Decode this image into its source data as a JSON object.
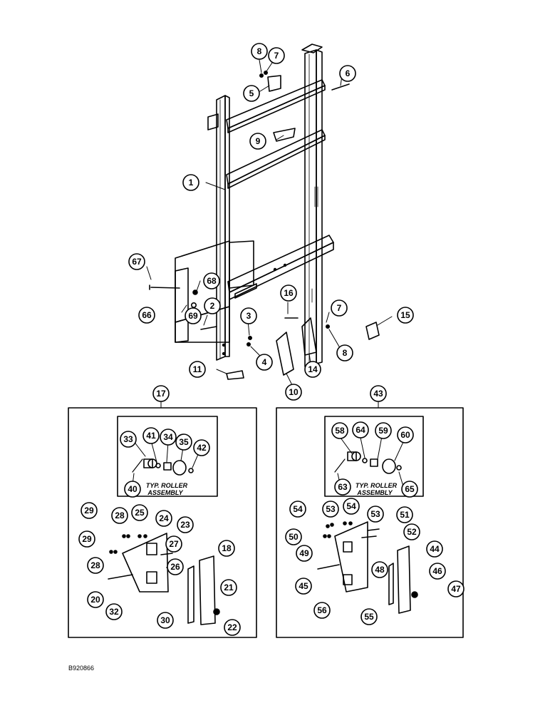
{
  "figure_id": "B920866",
  "callouts": {
    "c1": "1",
    "c2": "2",
    "c3": "3",
    "c4": "4",
    "c5": "5",
    "c6": "6",
    "c7a": "7",
    "c7b": "7",
    "c8a": "8",
    "c8b": "8",
    "c9": "9",
    "c10": "10",
    "c11": "11",
    "c14": "14",
    "c15": "15",
    "c16": "16",
    "c17": "17",
    "c18": "18",
    "c20": "20",
    "c21": "21",
    "c22": "22",
    "c23": "23",
    "c24": "24",
    "c25": "25",
    "c26": "26",
    "c27": "27",
    "c28a": "28",
    "c28b": "28",
    "c29a": "29",
    "c29b": "29",
    "c30": "30",
    "c32": "32",
    "c33": "33",
    "c34": "34",
    "c35": "35",
    "c40": "40",
    "c41": "41",
    "c42": "42",
    "c43": "43",
    "c44": "44",
    "c45": "45",
    "c46": "46",
    "c47": "47",
    "c48": "48",
    "c49": "49",
    "c50": "50",
    "c51": "51",
    "c52": "52",
    "c53a": "53",
    "c53b": "53",
    "c54a": "54",
    "c54b": "54",
    "c55": "55",
    "c56": "56",
    "c58": "58",
    "c59": "59",
    "c60": "60",
    "c63": "63",
    "c64": "64",
    "c65": "65",
    "c66": "66",
    "c67": "67",
    "c68": "68",
    "c69": "69"
  },
  "roller_caption": {
    "left_line1": "TYP. ROLLER",
    "left_line2": "ASSEMBLY",
    "right_line1": "TYP. ROLLER",
    "right_line2": "ASSEMBLY"
  }
}
